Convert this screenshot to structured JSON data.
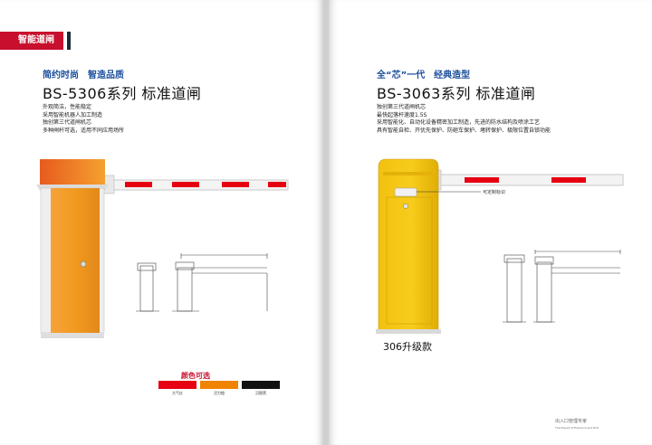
{
  "section": {
    "tab_label": "智能道闸"
  },
  "left_product": {
    "tagline": "简约时尚　智造品质",
    "title": "BS-5306系列 标准道闸",
    "features": [
      "外观简洁，性能稳定",
      "采用智能机器人加工制造",
      "独创第三代道闸机芯",
      "多种闸杆可选，适用不同应用场所"
    ]
  },
  "right_product": {
    "tagline": "全“芯”一代　经典造型",
    "title": "BS-3063系列 标准道闸",
    "features": [
      "独创第三代道闸机芯",
      "最快起落杆速度1.5S",
      "采用智能化、自动化设备精密加工制造，先进的防水结构及喷涂工艺",
      "具有智能自检、开优先保护、防砸车保护、堵转保护、极限位置自锁功能"
    ],
    "callout_label": "可定制标识",
    "upgrade_label": "306升级款"
  },
  "colors": {
    "title": "颜色可选",
    "options": [
      {
        "label": "大气红",
        "hex": "#e60012"
      },
      {
        "label": "活力橙",
        "hex": "#f08300"
      },
      {
        "label": "沉稳黑",
        "hex": "#111111"
      }
    ]
  },
  "footer": {
    "line1": "出入口管理专家",
    "line2": "The Expert of Entrance and Exit"
  }
}
